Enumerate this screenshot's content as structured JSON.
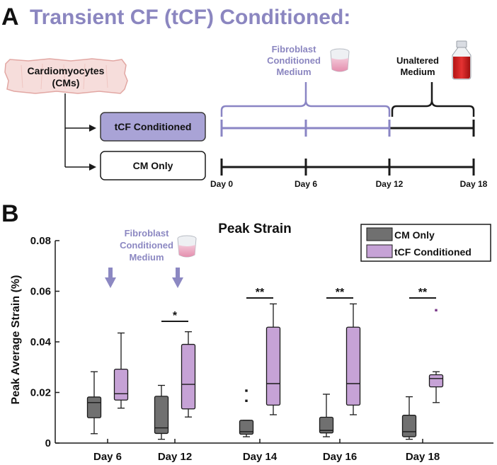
{
  "panel_a": {
    "letter": "A",
    "title": "Transient CF (tCF) Conditioned:",
    "cells_box": [
      "Cardiomyocytes",
      "(CMs)"
    ],
    "group_tcf": "tCF Conditioned",
    "group_cm": "CM Only",
    "fibroblast_medium": [
      "Fibroblast",
      "Conditioned",
      "Medium"
    ],
    "unaltered_medium": [
      "Unaltered",
      "Medium"
    ],
    "timeline_days": [
      "Day 0",
      "Day 6",
      "Day 12",
      "Day 18"
    ],
    "colors": {
      "title": "#8b86c0",
      "tcf_line": "#8a85c4",
      "tcf_box_fill": "#a9a3d6",
      "cm_line": "#1a1a1a",
      "cells_fill": "#f6dddb",
      "cells_stroke": "#e2a7a3"
    }
  },
  "panel_b": {
    "letter": "B",
    "annotation_medium": [
      "Fibroblast",
      "Conditioned",
      "Medium"
    ],
    "arrow_days": [
      "Day 6",
      "Day 12"
    ],
    "colors": {
      "cm_box": "#707070",
      "tcf_box": "#c6a2d6",
      "arrow": "#8c88c2",
      "annotation_text": "#8c88c2",
      "outlier_tcf": "#7a3a8a"
    }
  },
  "chart_data": {
    "type": "box",
    "title": "Peak Strain",
    "xlabel": "",
    "ylabel": "Peak Average Strain (%)",
    "ylim": [
      0,
      0.08
    ],
    "yticks": [
      "0",
      "0.02",
      "0.04",
      "0.06",
      "0.08"
    ],
    "categories": [
      "Day 6",
      "Day 12",
      "Day 14",
      "Day 16",
      "Day 18"
    ],
    "legend": {
      "position": "top-right",
      "entries": [
        "CM Only",
        "tCF Conditioned"
      ]
    },
    "series": [
      {
        "name": "CM Only",
        "color": "#707070",
        "boxes": [
          {
            "whisker_low": 0.0037,
            "q1": 0.01,
            "median": 0.016,
            "q3": 0.0182,
            "whisker_high": 0.0282,
            "outliers": []
          },
          {
            "whisker_low": 0.0015,
            "q1": 0.0038,
            "median": 0.006,
            "q3": 0.0185,
            "whisker_high": 0.0228,
            "outliers": []
          },
          {
            "whisker_low": 0.0025,
            "q1": 0.0035,
            "median": 0.0045,
            "q3": 0.009,
            "whisker_high": 0.009,
            "outliers": [
              0.0167,
              0.0207
            ]
          },
          {
            "whisker_low": 0.0025,
            "q1": 0.004,
            "median": 0.005,
            "q3": 0.0102,
            "whisker_high": 0.0193,
            "outliers": []
          },
          {
            "whisker_low": 0.0015,
            "q1": 0.0025,
            "median": 0.0045,
            "q3": 0.011,
            "whisker_high": 0.0183,
            "outliers": []
          }
        ]
      },
      {
        "name": "tCF Conditioned",
        "color": "#c6a2d6",
        "boxes": [
          {
            "whisker_low": 0.0138,
            "q1": 0.017,
            "median": 0.0195,
            "q3": 0.0292,
            "whisker_high": 0.0435,
            "outliers": []
          },
          {
            "whisker_low": 0.0103,
            "q1": 0.0135,
            "median": 0.0232,
            "q3": 0.039,
            "whisker_high": 0.044,
            "outliers": []
          },
          {
            "whisker_low": 0.0112,
            "q1": 0.015,
            "median": 0.0235,
            "q3": 0.0458,
            "whisker_high": 0.055,
            "outliers": []
          },
          {
            "whisker_low": 0.0112,
            "q1": 0.015,
            "median": 0.0235,
            "q3": 0.0458,
            "whisker_high": 0.055,
            "outliers": []
          },
          {
            "whisker_low": 0.016,
            "q1": 0.0222,
            "median": 0.0255,
            "q3": 0.027,
            "whisker_high": 0.0282,
            "outliers": [
              0.0525
            ]
          }
        ]
      }
    ],
    "significance": [
      {
        "category": "Day 12",
        "label": "*"
      },
      {
        "category": "Day 14",
        "label": "**"
      },
      {
        "category": "Day 16",
        "label": "**"
      },
      {
        "category": "Day 18",
        "label": "**"
      }
    ],
    "grid": false
  }
}
